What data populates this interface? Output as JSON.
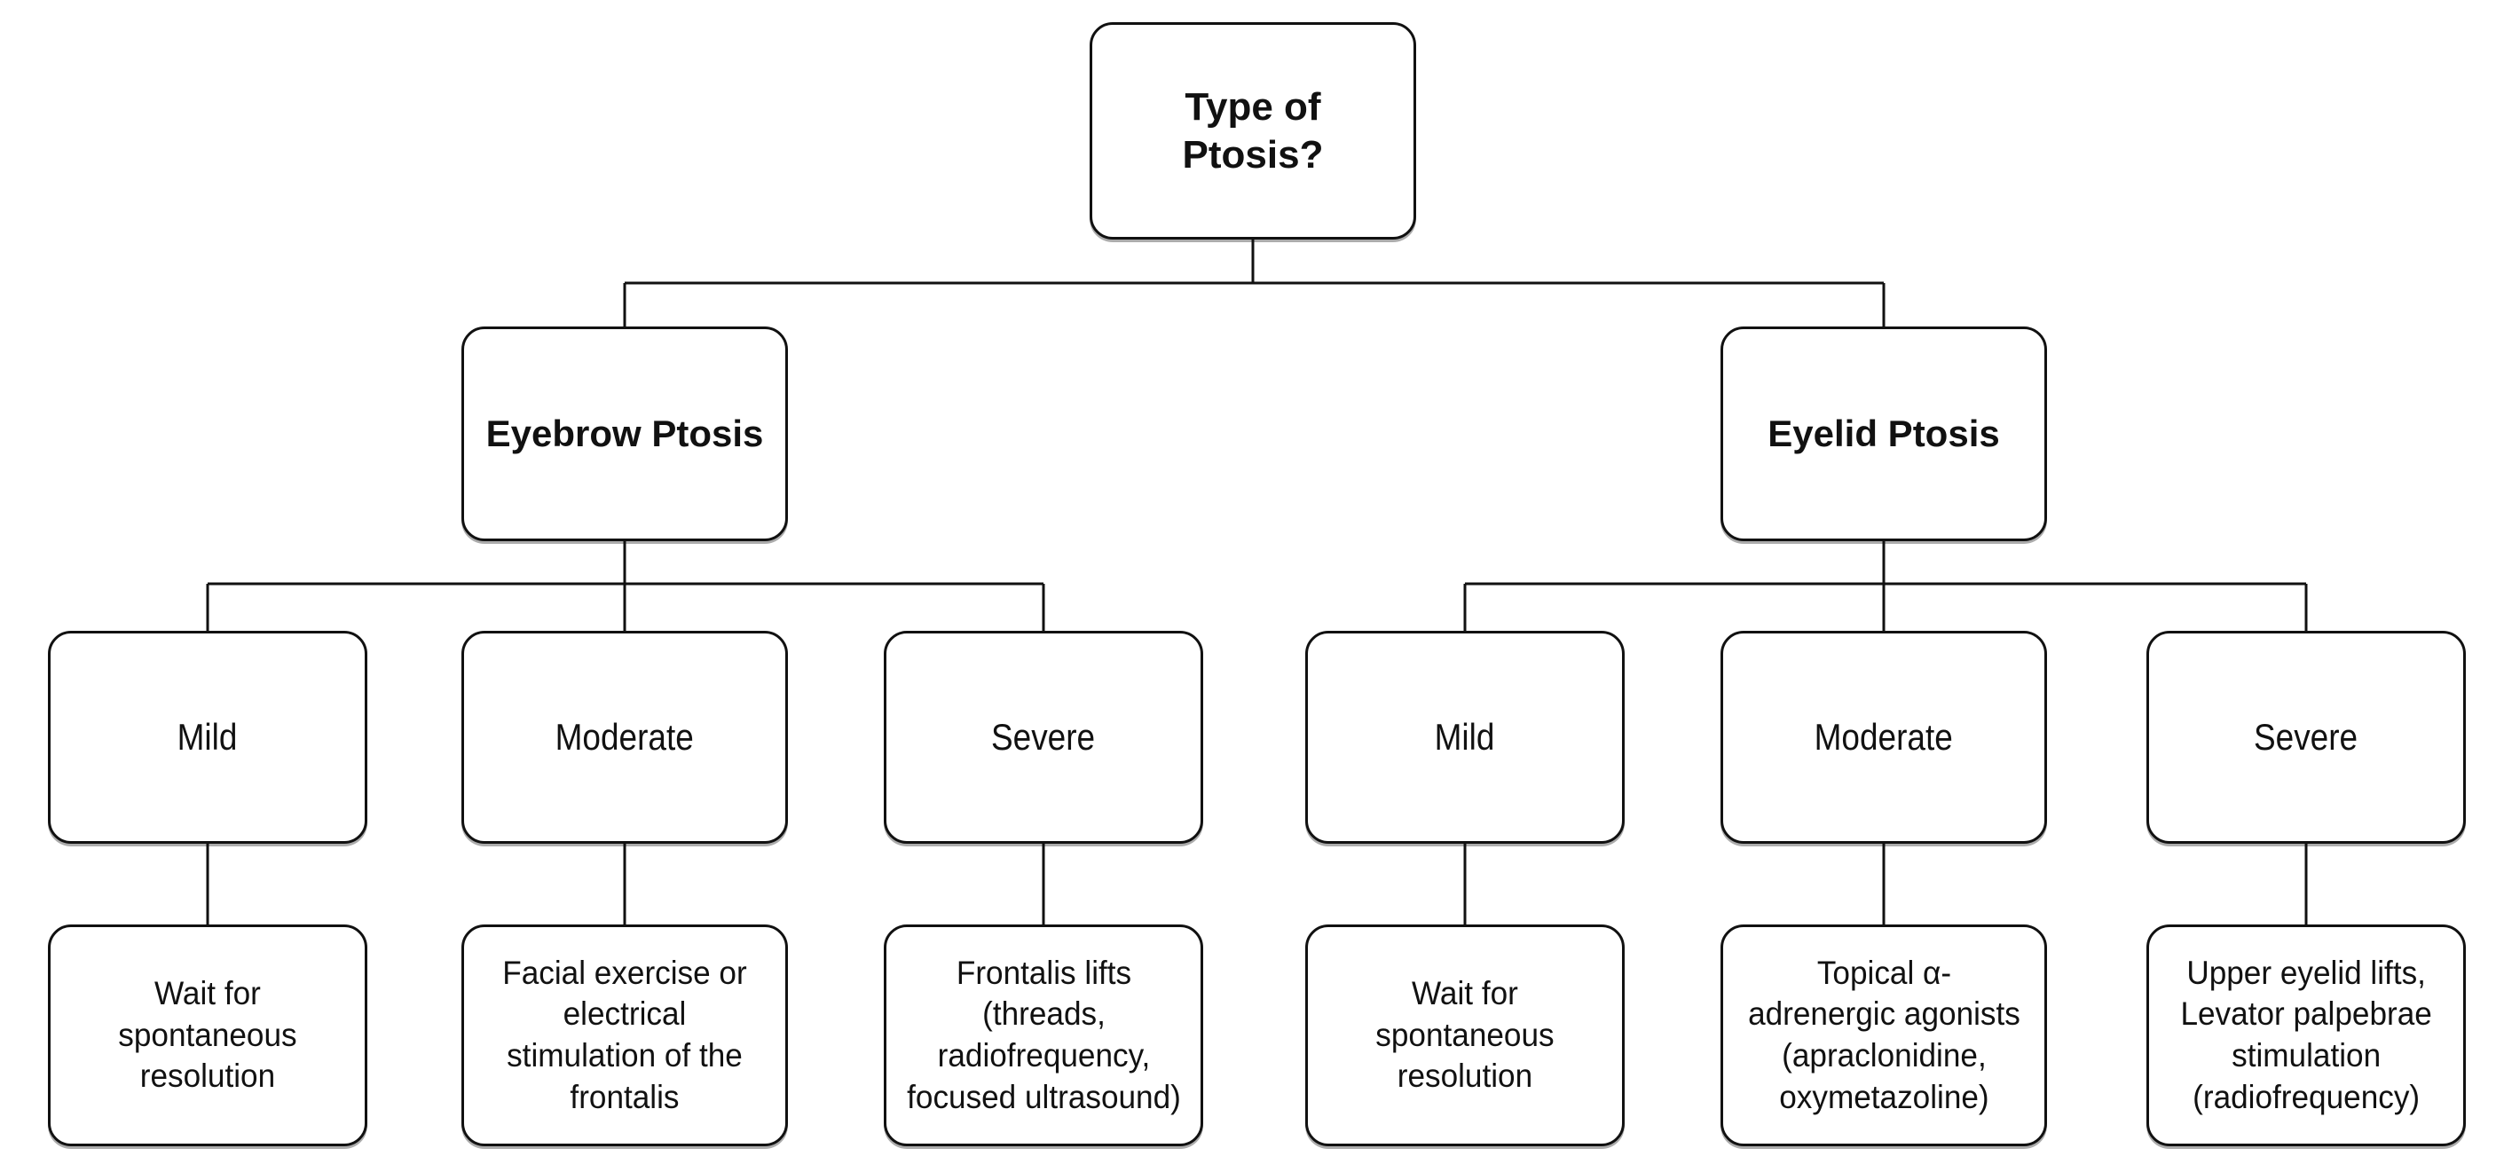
{
  "diagram": {
    "type": "flowchart",
    "root": {
      "label_lines": [
        "Type of",
        "Ptosis?"
      ]
    },
    "branches": [
      {
        "label": "Eyebrow Ptosis",
        "children": [
          {
            "severity": "Mild",
            "treatment_lines": [
              "Wait for",
              "spontaneous",
              "resolution"
            ]
          },
          {
            "severity": "Moderate",
            "treatment_lines": [
              "Facial exercise or",
              "electrical",
              "stimulation of the",
              "frontalis"
            ]
          },
          {
            "severity": "Severe",
            "treatment_lines": [
              "Frontalis lifts",
              "(threads,",
              "radiofrequency,",
              "focused ultrasound)"
            ]
          }
        ]
      },
      {
        "label": "Eyelid Ptosis",
        "children": [
          {
            "severity": "Mild",
            "treatment_lines": [
              "Wait for",
              "spontaneous",
              "resolution"
            ]
          },
          {
            "severity": "Moderate",
            "treatment_lines": [
              "Topical α-",
              "adrenergic agonists",
              "(apraclonidine,",
              "oxymetazoline)"
            ]
          },
          {
            "severity": "Severe",
            "treatment_lines": [
              "Upper eyelid lifts,",
              "Levator palpebrae",
              "stimulation",
              "(radiofrequency)"
            ]
          }
        ]
      }
    ],
    "colors": {
      "line": "#111111",
      "text": "#111111",
      "node_bg": "#ffffff",
      "background": "#ffffff"
    }
  }
}
